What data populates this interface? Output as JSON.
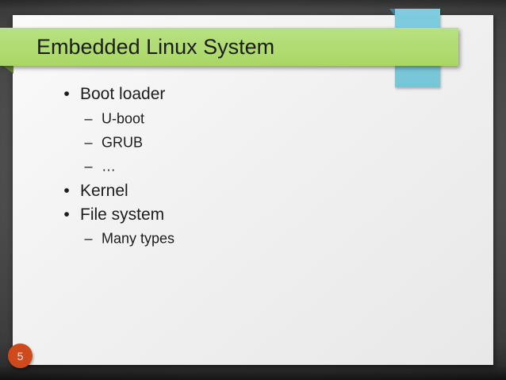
{
  "slide": {
    "title": "Embedded Linux System",
    "page_number": "5",
    "bullets": [
      {
        "level": 1,
        "marker": "•",
        "text": "Boot loader"
      },
      {
        "level": 2,
        "marker": "–",
        "text": "U-boot"
      },
      {
        "level": 2,
        "marker": "–",
        "text": "GRUB"
      },
      {
        "level": 2,
        "marker": "–",
        "text": "…"
      },
      {
        "level": 1,
        "marker": "•",
        "text": "Kernel"
      },
      {
        "level": 1,
        "marker": "•",
        "text": "File system"
      },
      {
        "level": 2,
        "marker": "–",
        "text": "Many types"
      }
    ],
    "colors": {
      "banner_green": "#b2dd76",
      "banner_green_dark": "#5f8233",
      "ribbon_cyan": "#7ecdde",
      "ribbon_teal_dark": "#3c7f98",
      "badge_orange": "#ce4a1d",
      "text_color": "#1c1c1c"
    }
  }
}
